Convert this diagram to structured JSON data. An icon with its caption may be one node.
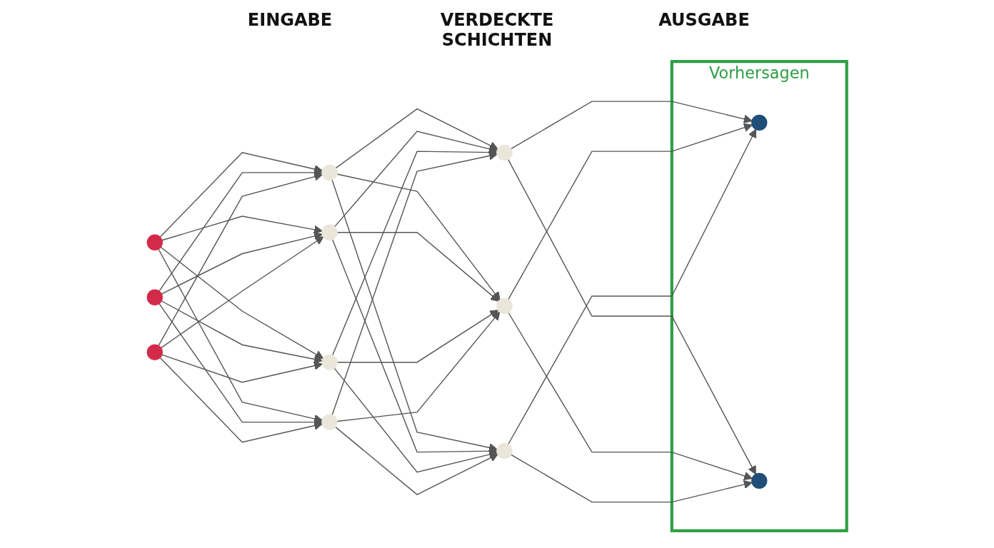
{
  "diagram": {
    "nodes": [
      {
        "text": [],
        "shape": "circle"
      },
      {
        "text": [],
        "shape": "circle"
      },
      {
        "text": [],
        "shape": "circle"
      },
      {
        "text": [],
        "shape": "circle"
      },
      {
        "text": [],
        "shape": "circle"
      },
      {
        "text": [],
        "shape": "circle"
      },
      {
        "text": [],
        "shape": "circle"
      },
      {
        "text": [],
        "shape": "circle"
      },
      {
        "text": [],
        "shape": "circle"
      },
      {
        "text": [],
        "shape": "circle"
      },
      {
        "text": [
          "Vorhersagen"
        ]
      },
      {
        "text": [],
        "shape": "circle",
        "in": 10
      },
      {
        "text": [],
        "shape": "circle",
        "in": 10
      }
    ],
    "edges": [
      {
        "from": 0,
        "to": 3,
        "arrow": "to"
      },
      {
        "from": 0,
        "to": 4,
        "arrow": "to"
      },
      {
        "from": 0,
        "to": 5,
        "arrow": "to"
      },
      {
        "from": 0,
        "to": 6,
        "arrow": "to"
      },
      {
        "from": 1,
        "to": 3,
        "arrow": "to"
      },
      {
        "from": 1,
        "to": 4,
        "arrow": "to"
      },
      {
        "from": 1,
        "to": 5,
        "arrow": "to"
      },
      {
        "from": 1,
        "to": 6,
        "arrow": "to"
      },
      {
        "from": 2,
        "to": 3,
        "arrow": "to"
      },
      {
        "from": 2,
        "to": 4,
        "arrow": "to"
      },
      {
        "from": 2,
        "to": 5,
        "arrow": "to"
      },
      {
        "from": 2,
        "to": 6,
        "arrow": "to"
      },
      {
        "from": 3,
        "to": 7,
        "arrow": "to"
      },
      {
        "from": 3,
        "to": 8,
        "arrow": "to"
      },
      {
        "from": 3,
        "to": 9,
        "arrow": "to"
      },
      {
        "from": 4,
        "to": 7,
        "arrow": "to"
      },
      {
        "from": 4,
        "to": 8,
        "arrow": "to"
      },
      {
        "from": 4,
        "to": 9,
        "arrow": "to"
      },
      {
        "from": 5,
        "to": 7,
        "arrow": "to"
      },
      {
        "from": 5,
        "to": 8,
        "arrow": "to"
      },
      {
        "from": 5,
        "to": 9,
        "arrow": "to"
      },
      {
        "from": 6,
        "to": 7,
        "arrow": "to"
      },
      {
        "from": 6,
        "to": 8,
        "arrow": "to"
      },
      {
        "from": 6,
        "to": 9,
        "arrow": "to"
      },
      {
        "from": 7,
        "to": 11,
        "arrow": "to"
      },
      {
        "from": 7,
        "to": 12,
        "arrow": "to"
      },
      {
        "from": 8,
        "to": 11,
        "arrow": "to"
      },
      {
        "from": 8,
        "to": 12,
        "arrow": "to"
      },
      {
        "from": 9,
        "to": 11,
        "arrow": "to"
      },
      {
        "from": 9,
        "to": 12,
        "arrow": "to"
      }
    ],
    "labels": [
      "EINGABE",
      "VERDECKTE SCHICHTEN",
      "AUSGABE"
    ]
  }
}
